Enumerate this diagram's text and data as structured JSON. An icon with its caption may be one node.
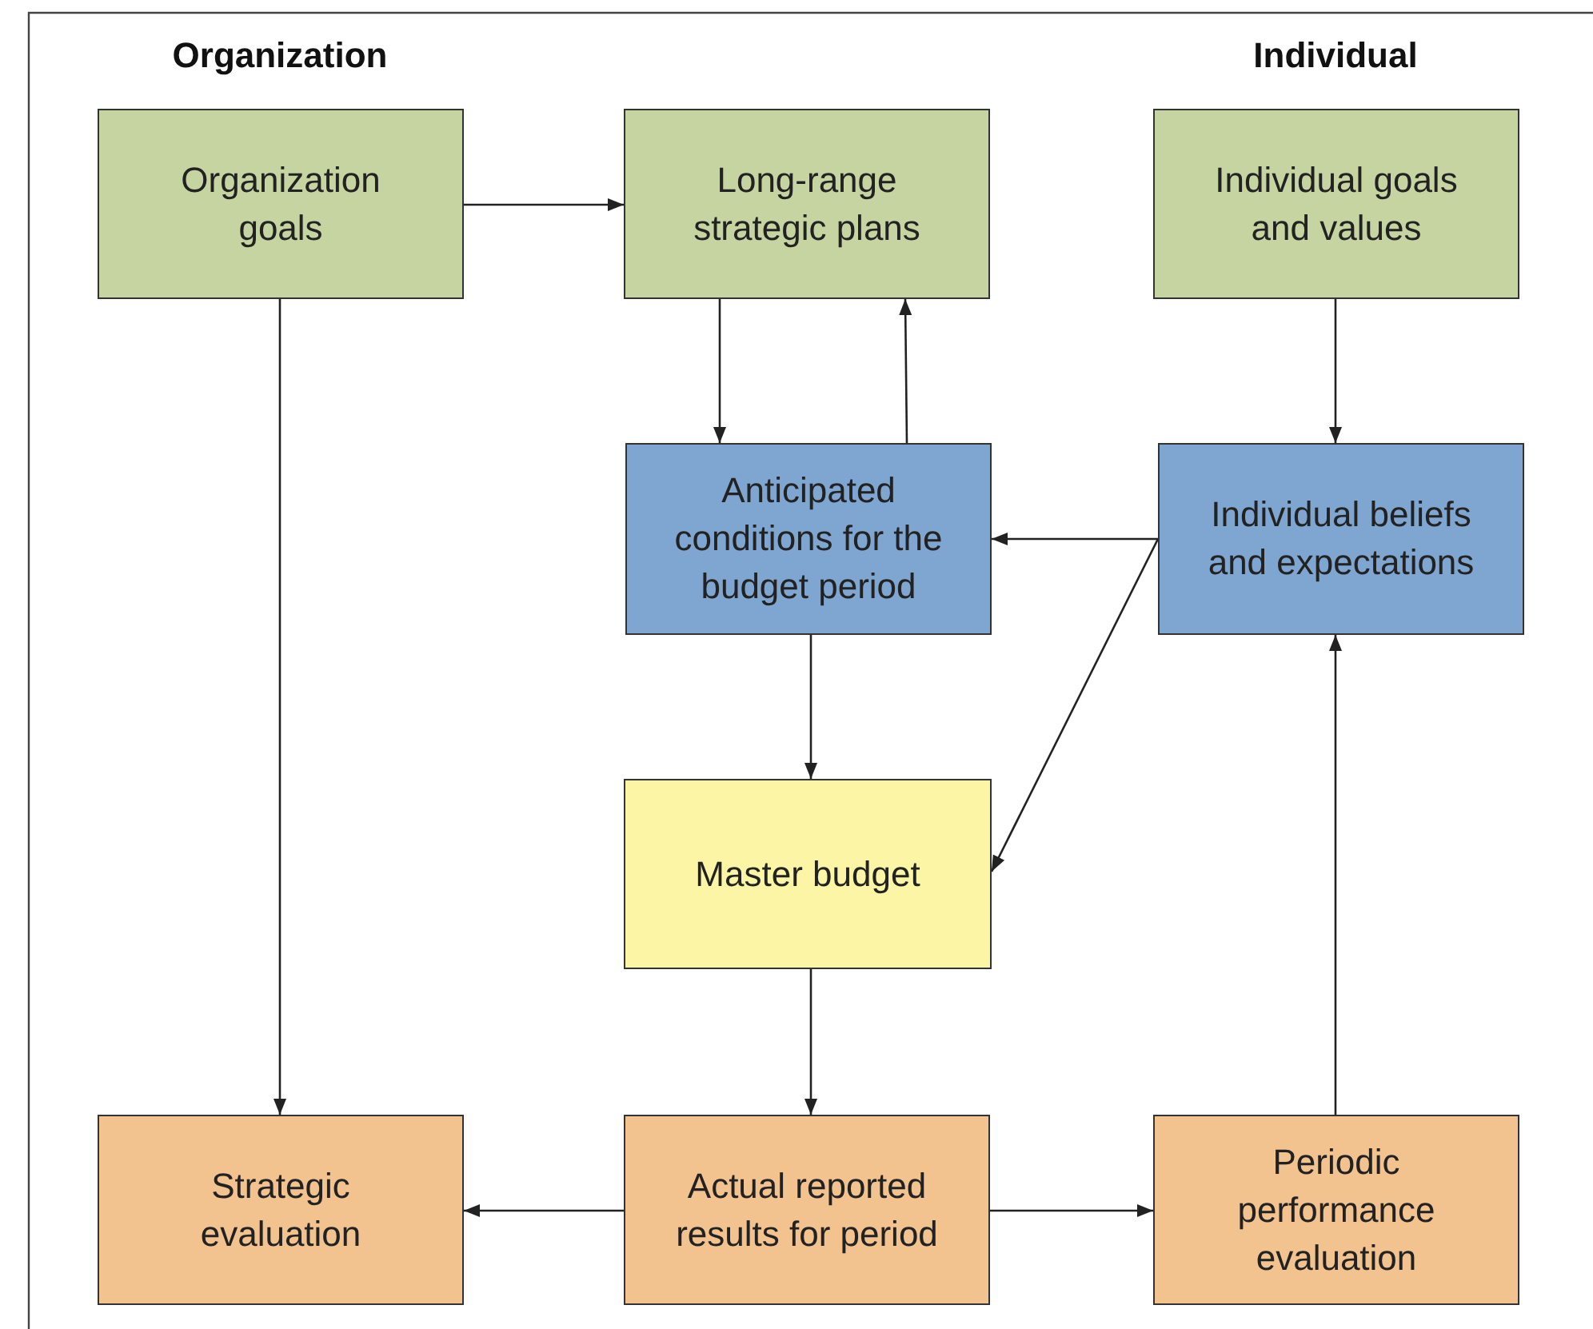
{
  "diagram": {
    "nodes": [
      {
        "text": [
          "Organization goals"
        ]
      },
      {
        "text": [
          "Long-range strategic plans"
        ]
      },
      {
        "text": [
          "Individual goals and values"
        ]
      },
      {
        "text": [
          "Anticipated conditions for the budget period"
        ]
      },
      {
        "text": [
          "Individual beliefs and expectations"
        ]
      },
      {
        "text": [
          "Master budget"
        ]
      },
      {
        "text": [
          "Strategic evaluation"
        ]
      },
      {
        "text": [
          "Actual reported results for period"
        ]
      },
      {
        "text": [
          "Periodic performance evaluation"
        ]
      }
    ],
    "edges": [
      {
        "from": 0,
        "to": 1,
        "arrow": "to"
      },
      {
        "from": 1,
        "to": 3,
        "arrow": "to"
      },
      {
        "from": 3,
        "to": 1,
        "arrow": "to"
      },
      {
        "from": 2,
        "to": 4,
        "arrow": "to"
      },
      {
        "from": 4,
        "to": 3,
        "arrow": "to"
      },
      {
        "from": 4,
        "to": 5,
        "arrow": "to"
      },
      {
        "from": 3,
        "to": 5,
        "arrow": "to"
      },
      {
        "from": 5,
        "to": 7,
        "arrow": "to"
      },
      {
        "from": 0,
        "to": 6,
        "arrow": "to"
      },
      {
        "from": 7,
        "to": 6,
        "arrow": "to"
      },
      {
        "from": 7,
        "to": 8,
        "arrow": "to"
      },
      {
        "from": 8,
        "to": 4,
        "arrow": "to"
      }
    ],
    "labels": [
      "Organization",
      "Individual"
    ]
  }
}
